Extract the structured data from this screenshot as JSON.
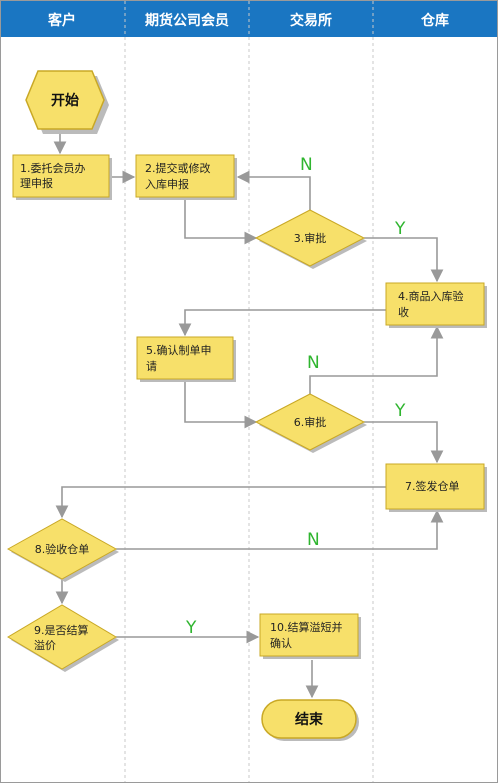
{
  "lanes": [
    "客户",
    "期货公司会员",
    "交易所",
    "仓库"
  ],
  "nodes": {
    "start": {
      "label": [
        "开始"
      ]
    },
    "n1": {
      "label": [
        "1.委托会员办",
        "理申报"
      ]
    },
    "n2": {
      "label": [
        "2.提交或修改",
        "入库申报"
      ]
    },
    "d3": {
      "label": [
        "3.审批"
      ]
    },
    "n4": {
      "label": [
        "4.商品入库验",
        "收"
      ]
    },
    "n5": {
      "label": [
        "5.确认制单申",
        "请"
      ]
    },
    "d6": {
      "label": [
        "6.审批"
      ]
    },
    "n7": {
      "label": [
        "7.签发仓单"
      ]
    },
    "d8": {
      "label": [
        "8.验收仓单"
      ]
    },
    "d9": {
      "label": [
        "9.是否结算",
        "溢价"
      ]
    },
    "n10": {
      "label": [
        "10.结算溢短并",
        "确认"
      ]
    },
    "end": {
      "label": [
        "结束"
      ]
    }
  },
  "edges": [
    {
      "from": "start",
      "to": "n1"
    },
    {
      "from": "n1",
      "to": "n2"
    },
    {
      "from": "n2",
      "to": "d3"
    },
    {
      "from": "d3",
      "to": "n2",
      "label": "N"
    },
    {
      "from": "d3",
      "to": "n4",
      "label": "Y"
    },
    {
      "from": "n4",
      "to": "n5"
    },
    {
      "from": "n5",
      "to": "d6"
    },
    {
      "from": "d6",
      "to": "n4",
      "label": "N"
    },
    {
      "from": "d6",
      "to": "n7",
      "label": "Y"
    },
    {
      "from": "n7",
      "to": "d8"
    },
    {
      "from": "d8",
      "to": "n7",
      "label": "N"
    },
    {
      "from": "d8",
      "to": "d9"
    },
    {
      "from": "d9",
      "to": "n10",
      "label": "Y"
    },
    {
      "from": "n10",
      "to": "end"
    }
  ],
  "colors": {
    "header": "#1a76c2",
    "shape_fill": "#f7e06a",
    "shape_stroke": "#c9a825",
    "shadow": "#bbbbbb",
    "edge": "#999999",
    "label_green": "#2fb52f",
    "lane_divider": "#c8c8c8"
  }
}
